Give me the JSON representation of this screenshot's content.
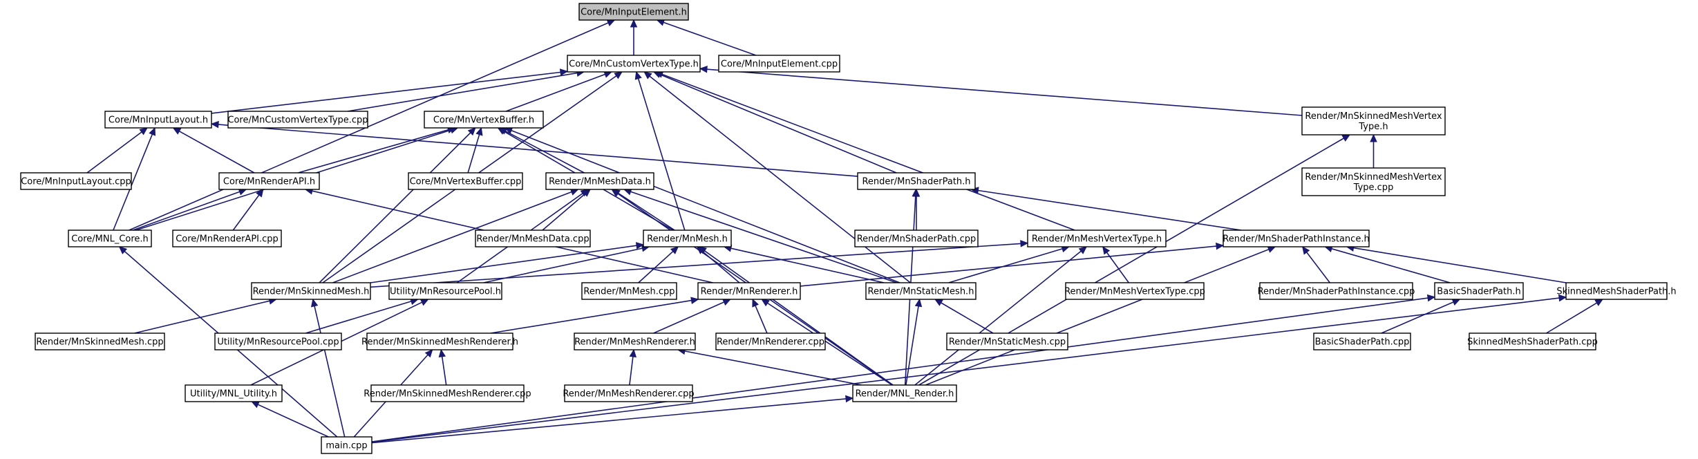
{
  "graph": {
    "edge_color": "#191970",
    "root_fill": "#bfbfbf",
    "node_fill": "#ffffff",
    "nodes": [
      {
        "id": "n_input_h",
        "lines": [
          "Core/MnInputElement.h"
        ],
        "root": true
      },
      {
        "id": "n_cvt_h",
        "lines": [
          "Core/MnCustomVertexType.h"
        ]
      },
      {
        "id": "n_input_cpp",
        "lines": [
          "Core/MnInputElement.cpp"
        ]
      },
      {
        "id": "n_layout_h",
        "lines": [
          "Core/MnInputLayout.h"
        ]
      },
      {
        "id": "n_cvt_cpp",
        "lines": [
          "Core/MnCustomVertexType.cpp"
        ]
      },
      {
        "id": "n_vb_h",
        "lines": [
          "Core/MnVertexBuffer.h"
        ]
      },
      {
        "id": "n_smvt_h",
        "lines": [
          "Render/MnSkinnedMeshVertex",
          "Type.h"
        ]
      },
      {
        "id": "n_layout_cpp",
        "lines": [
          "Core/MnInputLayout.cpp"
        ]
      },
      {
        "id": "n_rapi_h",
        "lines": [
          "Core/MnRenderAPI.h"
        ]
      },
      {
        "id": "n_vb_cpp",
        "lines": [
          "Core/MnVertexBuffer.cpp"
        ]
      },
      {
        "id": "n_meshdata_h",
        "lines": [
          "Render/MnMeshData.h"
        ]
      },
      {
        "id": "n_sp_h",
        "lines": [
          "Render/MnShaderPath.h"
        ]
      },
      {
        "id": "n_smvt_cpp",
        "lines": [
          "Render/MnSkinnedMeshVertex",
          "Type.cpp"
        ]
      },
      {
        "id": "n_core_h",
        "lines": [
          "Core/MNL_Core.h"
        ]
      },
      {
        "id": "n_rapi_cpp",
        "lines": [
          "Core/MnRenderAPI.cpp"
        ]
      },
      {
        "id": "n_meshdata_cpp",
        "lines": [
          "Render/MnMeshData.cpp"
        ]
      },
      {
        "id": "n_mesh_h",
        "lines": [
          "Render/MnMesh.h"
        ]
      },
      {
        "id": "n_sp_cpp",
        "lines": [
          "Render/MnShaderPath.cpp"
        ]
      },
      {
        "id": "n_mvt_h",
        "lines": [
          "Render/MnMeshVertexType.h"
        ]
      },
      {
        "id": "n_spi_h",
        "lines": [
          "Render/MnShaderPathInstance.h"
        ]
      },
      {
        "id": "n_skmesh_h",
        "lines": [
          "Render/MnSkinnedMesh.h"
        ]
      },
      {
        "id": "n_respool_h",
        "lines": [
          "Utility/MnResourcePool.h"
        ]
      },
      {
        "id": "n_mesh_cpp",
        "lines": [
          "Render/MnMesh.cpp"
        ]
      },
      {
        "id": "n_renderer_h",
        "lines": [
          "Render/MnRenderer.h"
        ]
      },
      {
        "id": "n_static_h",
        "lines": [
          "Render/MnStaticMesh.h"
        ]
      },
      {
        "id": "n_mvt_cpp",
        "lines": [
          "Render/MnMeshVertexType.cpp"
        ]
      },
      {
        "id": "n_spi_cpp",
        "lines": [
          "Render/MnShaderPathInstance.cpp"
        ]
      },
      {
        "id": "n_bsp_h",
        "lines": [
          "BasicShaderPath.h"
        ]
      },
      {
        "id": "n_sksp_h",
        "lines": [
          "SkinnedMeshShaderPath.h"
        ]
      },
      {
        "id": "n_skmesh_cpp",
        "lines": [
          "Render/MnSkinnedMesh.cpp"
        ]
      },
      {
        "id": "n_respool_cpp",
        "lines": [
          "Utility/MnResourcePool.cpp"
        ]
      },
      {
        "id": "n_skrend_h",
        "lines": [
          "Render/MnSkinnedMeshRenderer.h"
        ]
      },
      {
        "id": "n_meshrend_h",
        "lines": [
          "Render/MnMeshRenderer.h"
        ]
      },
      {
        "id": "n_renderer_cpp",
        "lines": [
          "Render/MnRenderer.cpp"
        ]
      },
      {
        "id": "n_static_cpp",
        "lines": [
          "Render/MnStaticMesh.cpp"
        ]
      },
      {
        "id": "n_bsp_cpp",
        "lines": [
          "BasicShaderPath.cpp"
        ]
      },
      {
        "id": "n_sksp_cpp",
        "lines": [
          "SkinnedMeshShaderPath.cpp"
        ]
      },
      {
        "id": "n_util_h",
        "lines": [
          "Utility/MNL_Utility.h"
        ]
      },
      {
        "id": "n_skrend_cpp",
        "lines": [
          "Render/MnSkinnedMeshRenderer.cpp"
        ]
      },
      {
        "id": "n_meshrend_cpp",
        "lines": [
          "Render/MnMeshRenderer.cpp"
        ]
      },
      {
        "id": "n_render_h",
        "lines": [
          "Render/MNL_Render.h"
        ]
      },
      {
        "id": "n_main_cpp",
        "lines": [
          "main.cpp"
        ]
      }
    ],
    "edges": [
      [
        "n_input_h",
        "n_cvt_h"
      ],
      [
        "n_input_h",
        "n_input_cpp"
      ],
      [
        "n_input_h",
        "n_core_h"
      ],
      [
        "n_cvt_h",
        "n_layout_h"
      ],
      [
        "n_cvt_h",
        "n_cvt_cpp"
      ],
      [
        "n_cvt_h",
        "n_vb_h"
      ],
      [
        "n_cvt_h",
        "n_smvt_h"
      ],
      [
        "n_cvt_h",
        "n_sp_h"
      ],
      [
        "n_cvt_h",
        "n_mesh_h"
      ],
      [
        "n_cvt_h",
        "n_mvt_h"
      ],
      [
        "n_cvt_h",
        "n_skmesh_h"
      ],
      [
        "n_cvt_h",
        "n_static_h"
      ],
      [
        "n_layout_h",
        "n_layout_cpp"
      ],
      [
        "n_layout_h",
        "n_rapi_h"
      ],
      [
        "n_layout_h",
        "n_core_h"
      ],
      [
        "n_layout_h",
        "n_sp_h"
      ],
      [
        "n_vb_h",
        "n_rapi_h"
      ],
      [
        "n_vb_h",
        "n_vb_cpp"
      ],
      [
        "n_vb_h",
        "n_meshdata_h"
      ],
      [
        "n_vb_h",
        "n_core_h"
      ],
      [
        "n_vb_h",
        "n_skmesh_h"
      ],
      [
        "n_vb_h",
        "n_mesh_h"
      ],
      [
        "n_vb_h",
        "n_static_h"
      ],
      [
        "n_smvt_h",
        "n_smvt_cpp"
      ],
      [
        "n_smvt_h",
        "n_render_h"
      ],
      [
        "n_rapi_h",
        "n_core_h"
      ],
      [
        "n_rapi_h",
        "n_rapi_cpp"
      ],
      [
        "n_rapi_h",
        "n_renderer_h"
      ],
      [
        "n_meshdata_h",
        "n_meshdata_cpp"
      ],
      [
        "n_meshdata_h",
        "n_mesh_h"
      ],
      [
        "n_meshdata_h",
        "n_skmesh_h"
      ],
      [
        "n_meshdata_h",
        "n_respool_h"
      ],
      [
        "n_meshdata_h",
        "n_static_h"
      ],
      [
        "n_meshdata_h",
        "n_render_h"
      ],
      [
        "n_sp_h",
        "n_sp_cpp"
      ],
      [
        "n_sp_h",
        "n_spi_h"
      ],
      [
        "n_sp_h",
        "n_render_h"
      ],
      [
        "n_core_h",
        "n_main_cpp"
      ],
      [
        "n_mesh_h",
        "n_mesh_cpp"
      ],
      [
        "n_mesh_h",
        "n_skmesh_h"
      ],
      [
        "n_mesh_h",
        "n_respool_h"
      ],
      [
        "n_mesh_h",
        "n_renderer_h"
      ],
      [
        "n_mesh_h",
        "n_static_h"
      ],
      [
        "n_mesh_h",
        "n_render_h"
      ],
      [
        "n_mvt_h",
        "n_mvt_cpp"
      ],
      [
        "n_mvt_h",
        "n_static_h"
      ],
      [
        "n_mvt_h",
        "n_skmesh_h"
      ],
      [
        "n_mvt_h",
        "n_render_h"
      ],
      [
        "n_spi_h",
        "n_spi_cpp"
      ],
      [
        "n_spi_h",
        "n_bsp_h"
      ],
      [
        "n_spi_h",
        "n_sksp_h"
      ],
      [
        "n_spi_h",
        "n_renderer_h"
      ],
      [
        "n_spi_h",
        "n_render_h"
      ],
      [
        "n_skmesh_h",
        "n_skmesh_cpp"
      ],
      [
        "n_skmesh_h",
        "n_main_cpp"
      ],
      [
        "n_respool_h",
        "n_respool_cpp"
      ],
      [
        "n_respool_h",
        "n_util_h"
      ],
      [
        "n_renderer_h",
        "n_renderer_cpp"
      ],
      [
        "n_renderer_h",
        "n_meshrend_h"
      ],
      [
        "n_renderer_h",
        "n_skrend_h"
      ],
      [
        "n_renderer_h",
        "n_render_h"
      ],
      [
        "n_static_h",
        "n_static_cpp"
      ],
      [
        "n_static_h",
        "n_render_h"
      ],
      [
        "n_bsp_h",
        "n_bsp_cpp"
      ],
      [
        "n_bsp_h",
        "n_main_cpp"
      ],
      [
        "n_sksp_h",
        "n_sksp_cpp"
      ],
      [
        "n_sksp_h",
        "n_main_cpp"
      ],
      [
        "n_skrend_h",
        "n_skrend_cpp"
      ],
      [
        "n_skrend_h",
        "n_main_cpp"
      ],
      [
        "n_meshrend_h",
        "n_meshrend_cpp"
      ],
      [
        "n_meshrend_h",
        "n_render_h"
      ],
      [
        "n_util_h",
        "n_main_cpp"
      ],
      [
        "n_render_h",
        "n_main_cpp"
      ]
    ]
  }
}
